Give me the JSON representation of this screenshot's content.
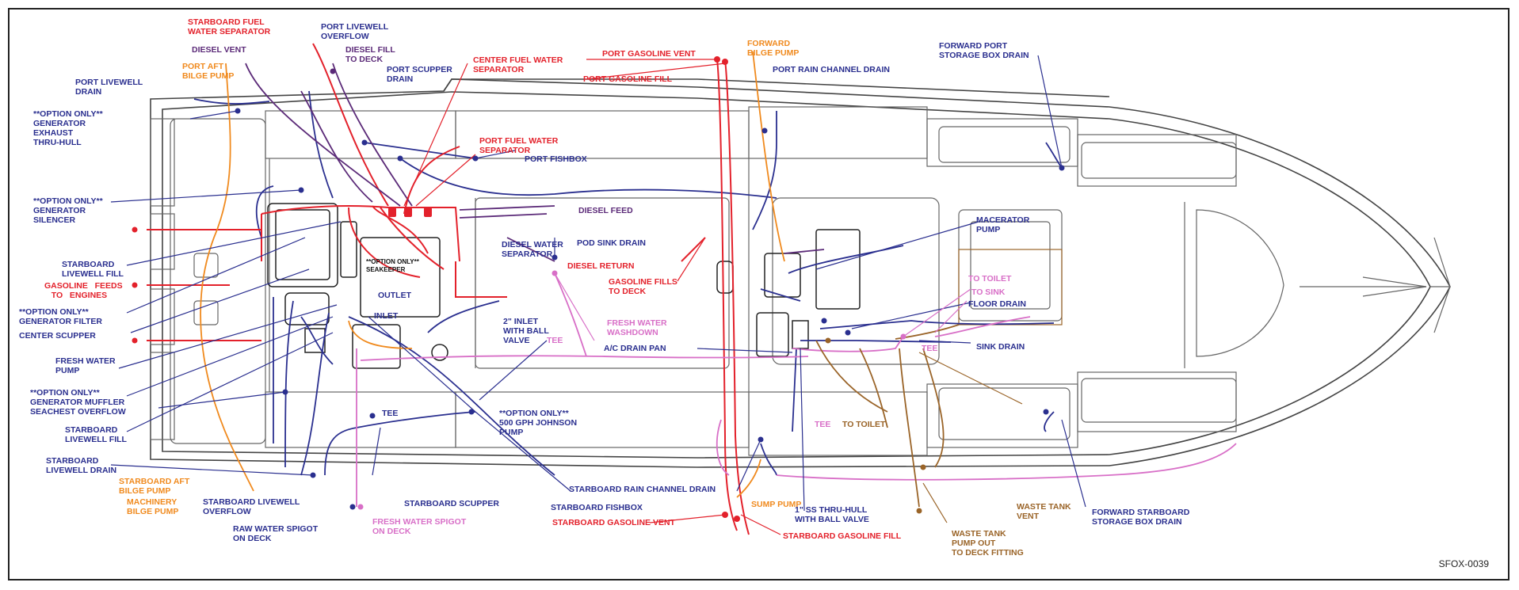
{
  "drawing_number": "SFOX-0039",
  "colors": {
    "blue": "#2a2f8f",
    "red": "#e3212b",
    "orange": "#f08a1e",
    "purple": "#5b2a78",
    "pink": "#d86fc7",
    "brown": "#9a6428",
    "hull": "#444444"
  },
  "labels": {
    "starboard_fuel_water_separator": "STARBOARD FUEL\nWATER SEPARATOR",
    "diesel_vent": "DIESEL VENT",
    "port_aft_bilge_pump": "PORT AFT\nBILGE PUMP",
    "port_livewell_drain": "PORT LIVEWELL\nDRAIN",
    "option_generator_exhaust": "**OPTION ONLY**\nGENERATOR\nEXHAUST\nTHRU-HULL",
    "option_generator_silencer": "**OPTION ONLY**\nGENERATOR\nSILENCER",
    "starboard_livewell_fill_1": "STARBOARD\nLIVEWELL FILL",
    "gasoline_feeds": "GASOLINE   FEEDS\n   TO   ENGINES",
    "option_generator_filter": "**OPTION ONLY**\nGENERATOR FILTER",
    "center_scupper": "CENTER SCUPPER",
    "fresh_water_pump": "FRESH WATER\nPUMP",
    "option_generator_muffler": "**OPTION ONLY**\nGENERATOR MUFFLER",
    "seachest_overflow": "SEACHEST OVERFLOW",
    "starboard_livewell_fill_2": "STARBOARD\nLIVEWELL FILL",
    "starboard_livewell_drain": "STARBOARD\nLIVEWELL DRAIN",
    "starboard_aft_bilge_pump": "STARBOARD AFT\nBILGE PUMP",
    "machinery_bilge_pump": "MACHINERY\nBILGE PUMP",
    "starboard_livewell_overflow": "STARBOARD LIVEWELL\nOVERFLOW",
    "raw_water_spigot": "RAW WATER SPIGOT\nON DECK",
    "fresh_water_spigot": "FRESH WATER SPIGOT\nON DECK",
    "starboard_scupper": "STARBOARD SCUPPER",
    "starboard_fishbox": "STARBOARD FISHBOX",
    "port_livewell_overflow": "PORT LIVEWELL\nOVERFLOW",
    "diesel_fill": "DIESEL FILL\nTO DECK",
    "port_scupper_drain": "PORT SCUPPER\nDRAIN",
    "center_fuel_water_separator": "CENTER FUEL WATER\nSEPARATOR",
    "port_fuel_water_separator": "PORT FUEL WATER\nSEPARATOR",
    "port_fishbox": "PORT FISHBOX",
    "diesel_feed": "DIESEL FEED",
    "diesel_water_separator": "DIESEL WATER\nSEPARATOR",
    "pod_sink_drain": "POD SINK DRAIN",
    "diesel_return": "DIESEL RETURN",
    "seakeeper": "**OPTION ONLY**\nSEAKEEPER",
    "outlet": "OUTLET",
    "inlet": "INLET",
    "inlet_2": "2\" INLET\nWITH BALL\nVALVE",
    "tee_1": "TEE",
    "fresh_water_washdown": "FRESH WATER\nWASHDOWN",
    "tee_2": "TEE",
    "option_johnson_pump": "**OPTION ONLY**\n500 GPH JOHNSON\nPUMP",
    "port_gasoline_vent": "PORT GASOLINE VENT",
    "port_gasoline_fill": "PORT GASOLINE FILL",
    "forward_bilge_pump": "FORWARD\nBILGE PUMP",
    "port_rain_channel_drain": "PORT RAIN CHANNEL DRAIN",
    "gasoline_fills": "GASOLINE FILLS\nTO DECK",
    "ac_drain_pan": "A/C DRAIN PAN",
    "starboard_rain_channel_drain": "STARBOARD RAIN CHANNEL DRAIN",
    "sump_pump": "SUMP PUMP",
    "starboard_gasoline_vent": "STARBOARD GASOLINE VENT",
    "starboard_gasoline_fill": "STARBOARD GASOLINE FILL",
    "ss_thru_hull": "1\" SS THRU-HULL\nWITH BALL VALVE",
    "forward_port_storage": "FORWARD PORT\nSTORAGE BOX DRAIN",
    "macerator_pump": "MACERATOR\nPUMP",
    "to_toilet_1": "TO TOILET",
    "to_sink": "TO SINK",
    "floor_drain": "FLOOR DRAIN",
    "tee_3": "TEE",
    "sink_drain": "SINK DRAIN",
    "tee_4": "TEE",
    "to_toilet_2": "TO TOILET",
    "waste_tank_vent": "WASTE TANK\nVENT",
    "waste_tank_pump_out": "WASTE TANK\nPUMP OUT\nTO DECK FITTING",
    "forward_starboard_storage": "FORWARD STARBOARD\nSTORAGE BOX DRAIN"
  }
}
